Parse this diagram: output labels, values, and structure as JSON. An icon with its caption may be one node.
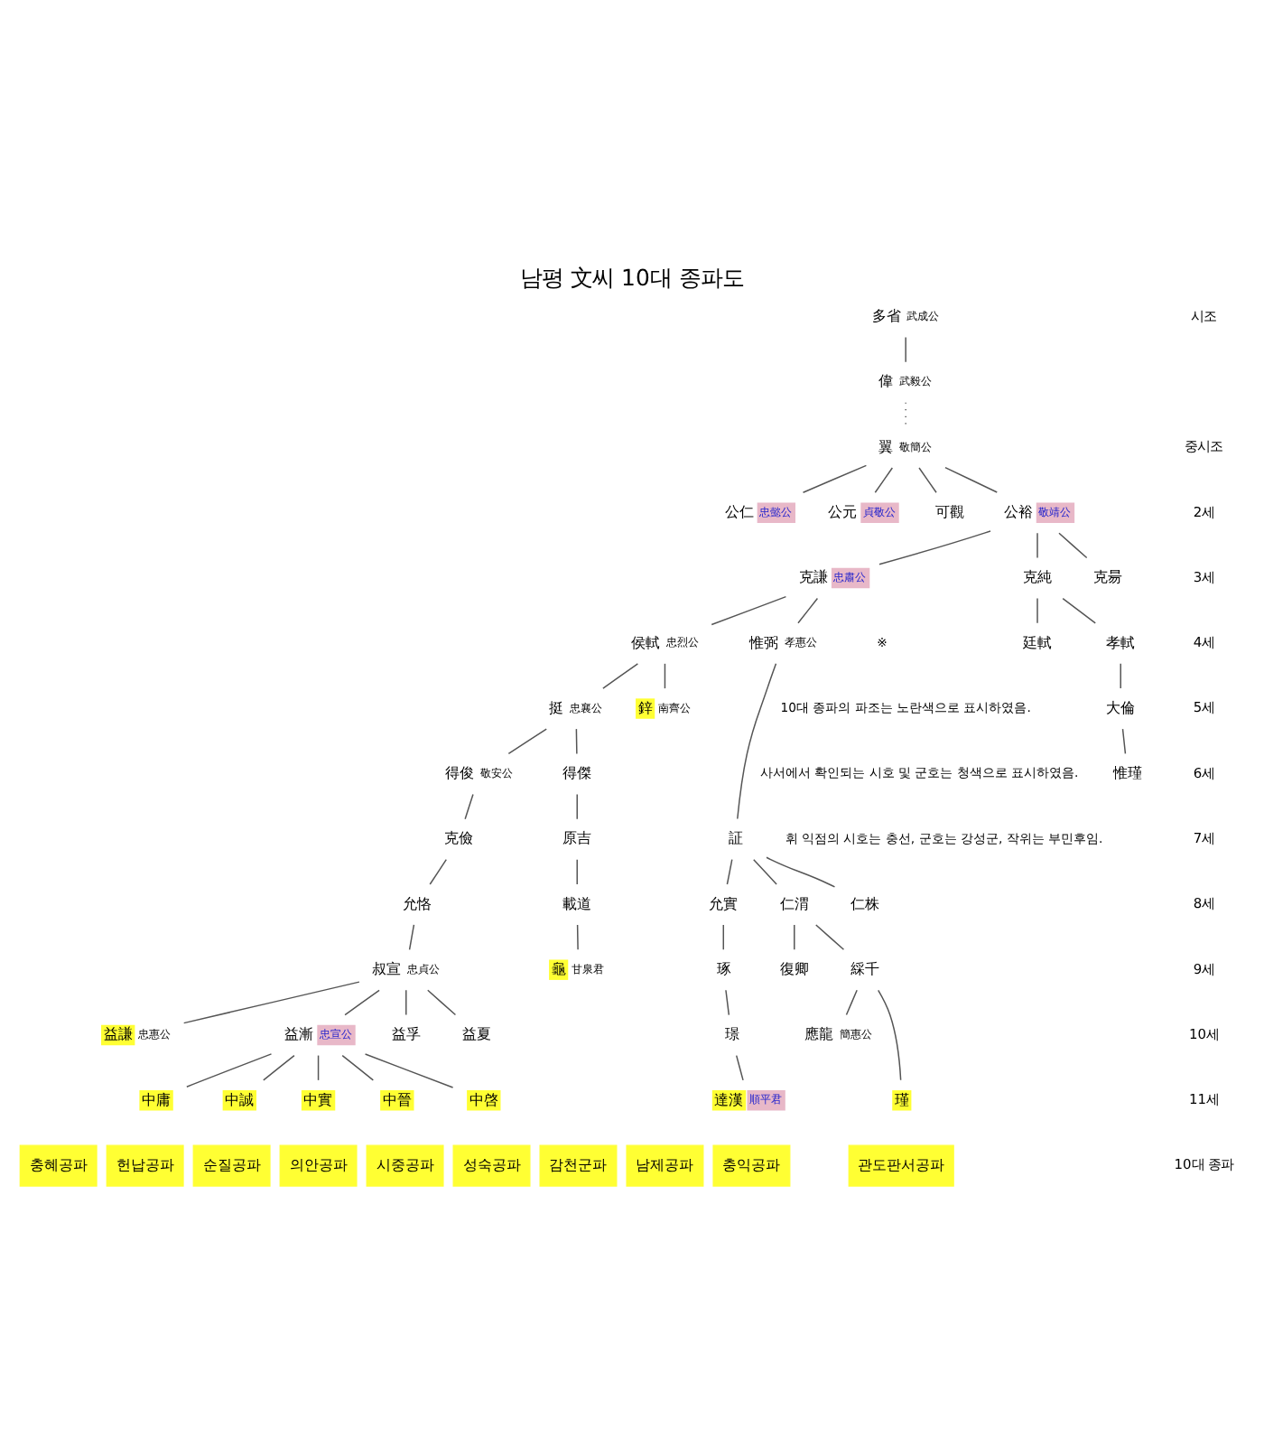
{
  "diagram": {
    "title": "남평 文씨 10대 종파도",
    "nodes": [
      {
        "text": [
          "多省"
        ],
        "beside": [
          "武成公"
        ]
      },
      {
        "text": [
          "偉"
        ],
        "beside": [
          "武毅公"
        ]
      },
      {
        "text": [
          "翼"
        ],
        "beside": [
          "敬簡公"
        ]
      },
      {
        "text": [
          "公仁",
          "忠懿公"
        ]
      },
      {
        "text": [
          "公元",
          "貞敬公"
        ]
      },
      {
        "text": [
          "可觀"
        ]
      },
      {
        "text": [
          "公裕",
          "敬靖公"
        ]
      },
      {
        "text": [
          "克謙",
          "忠肅公"
        ]
      },
      {
        "text": [
          "克純"
        ]
      },
      {
        "text": [
          "克昜"
        ]
      },
      {
        "text": [
          "侯軾"
        ],
        "beside": [
          "忠烈公"
        ]
      },
      {
        "text": [
          "惟弼"
        ],
        "beside": [
          "孝惠公"
        ]
      },
      {
        "text": [
          "廷軾"
        ]
      },
      {
        "text": [
          "孝軾"
        ]
      },
      {
        "text": [
          "挺"
        ],
        "beside": [
          "忠襄公"
        ]
      },
      {
        "text": [
          "鋅"
        ],
        "beside": [
          "南齊公"
        ]
      },
      {
        "text": [
          "証"
        ]
      },
      {
        "text": [
          "大倫"
        ]
      },
      {
        "text": [
          "得俊"
        ],
        "beside": [
          "敬安公"
        ]
      },
      {
        "text": [
          "得傑"
        ]
      },
      {
        "text": [
          "允實"
        ]
      },
      {
        "text": [
          "仁渭"
        ]
      },
      {
        "text": [
          "仁株"
        ]
      },
      {
        "text": [
          "惟瑾"
        ]
      },
      {
        "text": [
          "克儉"
        ]
      },
      {
        "text": [
          "原吉"
        ]
      },
      {
        "text": [
          "琢"
        ]
      },
      {
        "text": [
          "復卿"
        ]
      },
      {
        "text": [
          "綵千"
        ]
      },
      {
        "text": [
          "允恪"
        ]
      },
      {
        "text": [
          "載道"
        ]
      },
      {
        "text": [
          "璟"
        ]
      },
      {
        "text": [
          "應龍"
        ],
        "beside": [
          "簡惠公"
        ]
      },
      {
        "text": [
          "瑾"
        ]
      },
      {
        "text": [
          "叔宣"
        ],
        "beside": [
          "忠貞公"
        ]
      },
      {
        "text": [
          "龜"
        ],
        "beside": [
          "甘泉君"
        ]
      },
      {
        "text": [
          "達漢",
          "順平君"
        ]
      },
      {
        "text": [
          "益謙"
        ],
        "beside": [
          "忠惠公"
        ]
      },
      {
        "text": [
          "益漸",
          "忠宣公"
        ]
      },
      {
        "text": [
          "益孚"
        ]
      },
      {
        "text": [
          "益夏"
        ]
      },
      {
        "text": [
          "中庸"
        ]
      },
      {
        "text": [
          "中誠"
        ]
      },
      {
        "text": [
          "中實"
        ]
      },
      {
        "text": [
          "中晉"
        ]
      },
      {
        "text": [
          "中啓"
        ]
      }
    ],
    "edges": [
      {
        "from": 0,
        "to": 1,
        "arrow": "none"
      },
      {
        "from": 1,
        "to": 2,
        "arrow": "none",
        "style": "dashed"
      },
      {
        "from": 2,
        "to": 3,
        "arrow": "none"
      },
      {
        "from": 2,
        "to": 4,
        "arrow": "none"
      },
      {
        "from": 2,
        "to": 5,
        "arrow": "none"
      },
      {
        "from": 2,
        "to": 6,
        "arrow": "none"
      },
      {
        "from": 6,
        "to": 7,
        "arrow": "none"
      },
      {
        "from": 6,
        "to": 8,
        "arrow": "none"
      },
      {
        "from": 6,
        "to": 9,
        "arrow": "none"
      },
      {
        "from": 7,
        "to": 10,
        "arrow": "none"
      },
      {
        "from": 7,
        "to": 11,
        "arrow": "none"
      },
      {
        "from": 8,
        "to": 12,
        "arrow": "none"
      },
      {
        "from": 8,
        "to": 13,
        "arrow": "none"
      },
      {
        "from": 10,
        "to": 14,
        "arrow": "none"
      },
      {
        "from": 10,
        "to": 15,
        "arrow": "none"
      },
      {
        "from": 11,
        "to": 16,
        "arrow": "none"
      },
      {
        "from": 13,
        "to": 17,
        "arrow": "none"
      },
      {
        "from": 14,
        "to": 18,
        "arrow": "none"
      },
      {
        "from": 14,
        "to": 19,
        "arrow": "none"
      },
      {
        "from": 16,
        "to": 20,
        "arrow": "none"
      },
      {
        "from": 16,
        "to": 21,
        "arrow": "none"
      },
      {
        "from": 16,
        "to": 22,
        "arrow": "none"
      },
      {
        "from": 17,
        "to": 23,
        "arrow": "none"
      },
      {
        "from": 18,
        "to": 24,
        "arrow": "none"
      },
      {
        "from": 19,
        "to": 25,
        "arrow": "none"
      },
      {
        "from": 20,
        "to": 26,
        "arrow": "none"
      },
      {
        "from": 21,
        "to": 27,
        "arrow": "none"
      },
      {
        "from": 21,
        "to": 28,
        "arrow": "none"
      },
      {
        "from": 24,
        "to": 29,
        "arrow": "none"
      },
      {
        "from": 25,
        "to": 30,
        "arrow": "none"
      },
      {
        "from": 26,
        "to": 31,
        "arrow": "none"
      },
      {
        "from": 28,
        "to": 32,
        "arrow": "none"
      },
      {
        "from": 28,
        "to": 33,
        "arrow": "none"
      },
      {
        "from": 29,
        "to": 34,
        "arrow": "none"
      },
      {
        "from": 30,
        "to": 35,
        "arrow": "none"
      },
      {
        "from": 31,
        "to": 36,
        "arrow": "none"
      },
      {
        "from": 34,
        "to": 37,
        "arrow": "none"
      },
      {
        "from": 34,
        "to": 38,
        "arrow": "none"
      },
      {
        "from": 34,
        "to": 39,
        "arrow": "none"
      },
      {
        "from": 34,
        "to": 40,
        "arrow": "none"
      },
      {
        "from": 38,
        "to": 41,
        "arrow": "none"
      },
      {
        "from": 38,
        "to": 42,
        "arrow": "none"
      },
      {
        "from": 38,
        "to": 43,
        "arrow": "none"
      },
      {
        "from": 38,
        "to": 44,
        "arrow": "none"
      },
      {
        "from": 38,
        "to": 45,
        "arrow": "none"
      }
    ],
    "labels": [
      "시조",
      "중시조",
      "2세",
      "3세",
      "4세",
      "5세",
      "6세",
      "7세",
      "8세",
      "9세",
      "10세",
      "11세",
      "10대 종파",
      "※",
      "10대 종파의 파조는 노란색으로 표시하였음.",
      "사서에서 확인되는 시호 및 군호는 청색으로 표시하였음.",
      "휘 익점의 시호는 충선, 군호는 강성군, 작위는 부민후임.",
      "충혜공파",
      "헌납공파",
      "순질공파",
      "의안공파",
      "시중공파",
      "성숙공파",
      "감천군파",
      "남제공파",
      "충익공파",
      "관도판서공파"
    ]
  }
}
